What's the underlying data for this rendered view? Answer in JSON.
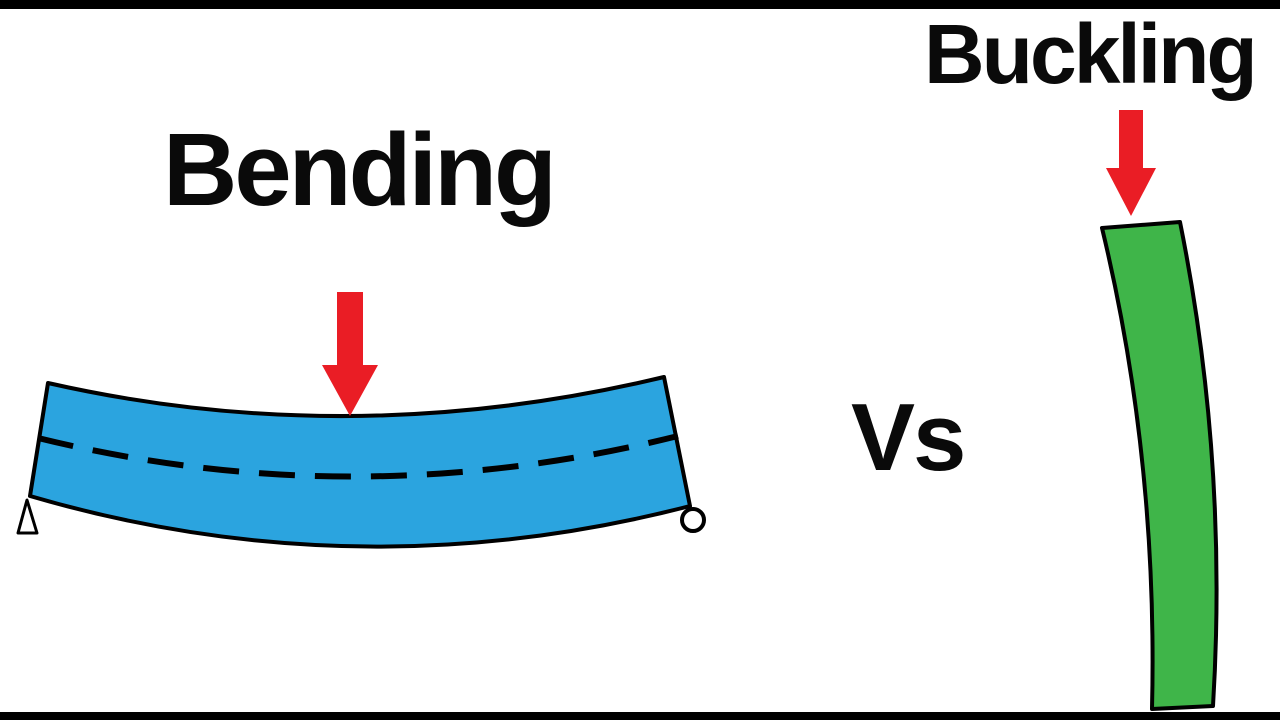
{
  "titles": {
    "left": "Bending",
    "right": "Buckling",
    "versus": "Vs"
  },
  "colors": {
    "beam_fill": "#2BA4DF",
    "column_fill": "#3FB549",
    "arrow_fill": "#EA1D25",
    "outline": "#000000",
    "support_fill": "#FFFFFF",
    "background": "#FFFFFF",
    "letterbox_bar": "#000000"
  },
  "icons": {
    "bending_load_arrow": "red-down-arrow-icon",
    "buckling_load_arrow": "red-down-arrow-icon",
    "left_support": "pin-support-triangle-icon",
    "right_support": "roller-support-circle-icon"
  }
}
